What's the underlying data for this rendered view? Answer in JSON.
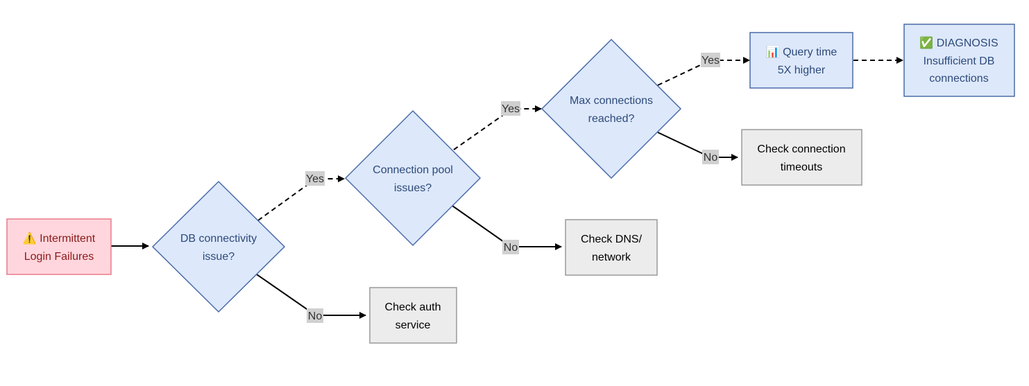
{
  "colors": {
    "start_fill": "#ffd6dd",
    "start_stroke": "#e87a8c",
    "start_text": "#8b1a1a",
    "decision_fill": "#dde8fb",
    "decision_stroke": "#4a6ba8",
    "decision_text": "#2d4a7a",
    "action_fill": "#ececec",
    "action_stroke": "#9a9a9a",
    "action_text": "#000000",
    "result_fill": "#dde8fb",
    "result_stroke": "#4a6ba8",
    "result_text": "#2d4a7a",
    "edge": "#000000",
    "edge_label_bg": "#d0d0d0"
  },
  "nodes": {
    "start": {
      "icon": "warning-icon",
      "icon_glyph": "⚠️",
      "line1": "Intermittent",
      "line2": "Login Failures"
    },
    "db_connectivity": {
      "line1": "DB connectivity",
      "line2": "issue?"
    },
    "connection_pool": {
      "line1": "Connection pool",
      "line2": "issues?"
    },
    "max_connections": {
      "line1": "Max connections",
      "line2": "reached?"
    },
    "check_auth": {
      "line1": "Check auth",
      "line2": "service"
    },
    "check_dns": {
      "line1": "Check DNS/",
      "line2": "network"
    },
    "check_timeouts": {
      "line1": "Check connection",
      "line2": "timeouts"
    },
    "query_time": {
      "icon": "bar-chart-icon",
      "icon_glyph": "📊",
      "line1": "Query time",
      "line2": "5X higher"
    },
    "diagnosis": {
      "icon": "check-mark-icon",
      "icon_glyph": "✅",
      "line1": "DIAGNOSIS",
      "line2": "Insufficient DB",
      "line3": "connections"
    }
  },
  "edges": {
    "yes_1": "Yes",
    "no_1": "No",
    "yes_2": "Yes",
    "no_2": "No",
    "yes_3": "Yes",
    "no_3": "No",
    "yes_4": "Yes"
  }
}
